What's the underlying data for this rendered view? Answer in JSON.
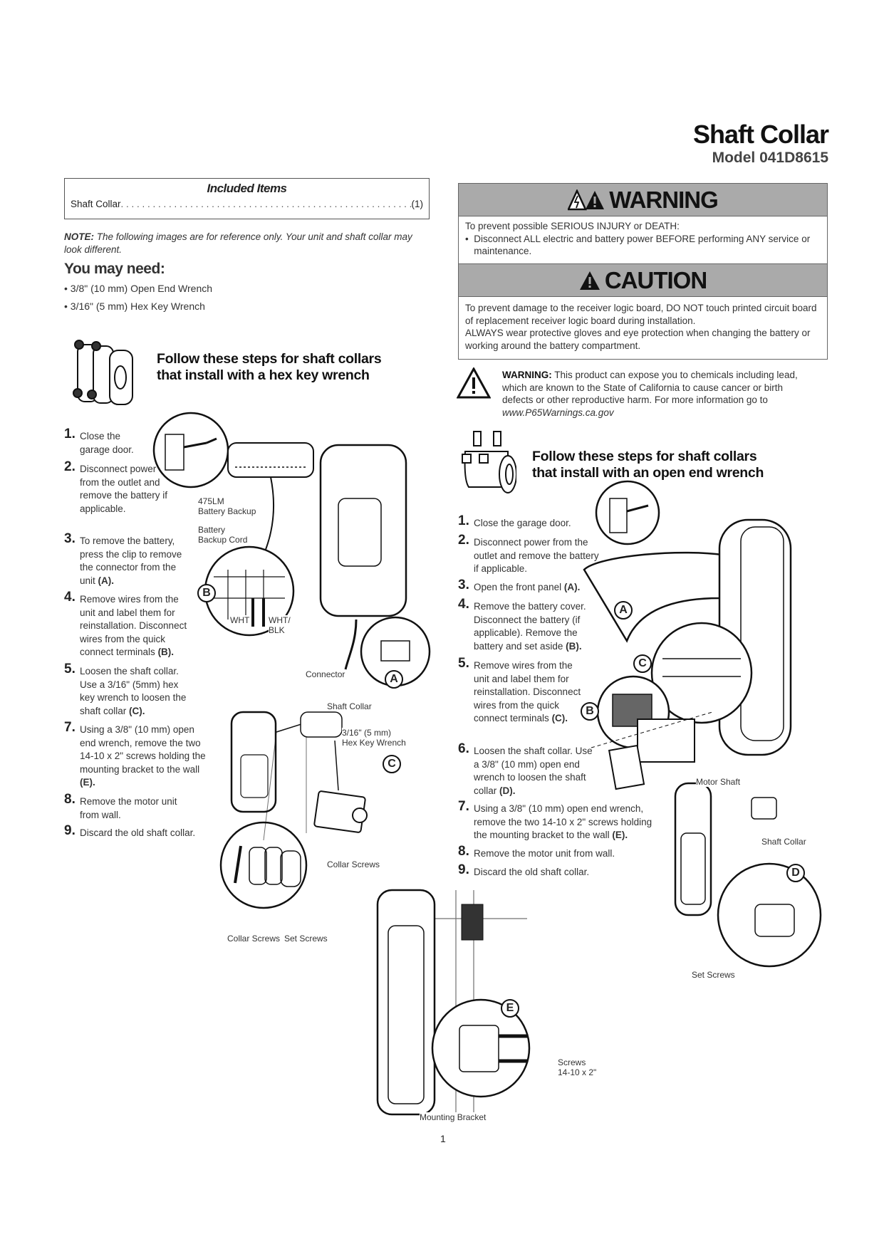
{
  "header": {
    "title": "Shaft Collar",
    "model": "Model 041D8615"
  },
  "included": {
    "heading": "Included Items",
    "item": "Shaft Collar",
    "qty": "(1)"
  },
  "note": {
    "label": "NOTE:",
    "text": "The following images are for reference only. Your unit and shaft collar may look different."
  },
  "you_may_need": {
    "heading": "You may need:",
    "tools": [
      "• 3/8\" (10 mm) Open End Wrench",
      "• 3/16\" (5 mm) Hex Key Wrench"
    ]
  },
  "hex_section": {
    "heading_line1": "Follow these steps for shaft collars",
    "heading_line2": "that install with a hex key wrench",
    "steps": [
      {
        "n": "1.",
        "text": "Close the garage door."
      },
      {
        "n": "2.",
        "text": "Disconnect power from the outlet and remove the battery if applicable."
      },
      {
        "n": "3.",
        "text": "To remove the battery, press the clip to remove the connector from the unit ",
        "ref": "(A)."
      },
      {
        "n": "4.",
        "text": "Remove wires from the unit and label them for reinstallation. Disconnect wires from the quick connect terminals ",
        "ref": "(B)."
      },
      {
        "n": "5.",
        "text": "Loosen the shaft collar. Use a 3/16\" (5mm) hex key wrench to loosen the shaft collar ",
        "ref": "(C)."
      },
      {
        "n": "7.",
        "text": "Using a 3/8\" (10 mm) open end wrench, remove the two 14-10 x 2\"  screws holding the mounting  bracket to the wall ",
        "ref": "(E)."
      },
      {
        "n": "8.",
        "text": "Remove the motor unit from wall."
      },
      {
        "n": "9.",
        "text": "Discard the old shaft collar."
      }
    ],
    "labels": {
      "battery_model": "475LM",
      "battery_backup": "Battery Backup",
      "cord1": "Battery",
      "cord2": "Backup Cord",
      "wht": "WHT",
      "whtblk1": "WHT/",
      "whtblk2": "BLK",
      "connector": "Connector",
      "shaft_collar": "Shaft Collar",
      "hex1": "3/16\" (5 mm)",
      "hex2": "Hex Key Wrench",
      "collar_screws": "Collar Screws",
      "collar_screws2": "Collar Screws",
      "set_screws": "Set Screws",
      "A": "A",
      "B": "B",
      "C": "C"
    }
  },
  "warning": {
    "title": "WARNING",
    "line1": "To prevent possible SERIOUS INJURY or DEATH:",
    "bullet": "Disconnect ALL electric and battery power BEFORE performing ANY service or maintenance."
  },
  "caution": {
    "title": "CAUTION",
    "line1": "To prevent damage to the receiver logic board, DO NOT touch printed circuit board of replacement receiver logic board during installation.",
    "line2": "ALWAYS wear protective gloves and eye protection when changing the battery or working around the battery compartment."
  },
  "p65": {
    "label": "WARNING:",
    "text": "This product can expose you to chemicals including lead, which are known to the State of California to cause cancer or birth defects or other reproductive harm. For more information go to",
    "link": "www.P65Warnings.ca.gov"
  },
  "wrench_section": {
    "heading_line1": "Follow these steps for shaft collars",
    "heading_line2": "that install with an open end wrench",
    "steps": [
      {
        "n": "1.",
        "text": "Close the garage door."
      },
      {
        "n": "2.",
        "text": "Disconnect power from the outlet and remove the battery if applicable."
      },
      {
        "n": "3.",
        "text": "Open the front panel ",
        "ref": "(A)."
      },
      {
        "n": "4.",
        "text": "Remove the battery cover. Disconnect the battery (if applicable). Remove the battery and set aside ",
        "ref": "(B)."
      },
      {
        "n": "5.",
        "text": "Remove wires from the unit and label them for reinstallation. Disconnect wires from the quick connect terminals ",
        "ref": "(C)."
      },
      {
        "n": "6.",
        "text": "Loosen the shaft collar. Use a 3/8\" (10 mm) open end wrench to loosen the shaft collar ",
        "ref": "(D)."
      },
      {
        "n": "7.",
        "text": "Using a 3/8\" (10 mm) open end wrench, remove the two 14-10 x 2\"  screws holding the mounting  bracket to the wall ",
        "ref": "(E)."
      },
      {
        "n": "8.",
        "text": "Remove the motor unit from wall."
      },
      {
        "n": "9.",
        "text": "Discard the old shaft collar."
      }
    ],
    "labels": {
      "motor_shaft": "Motor Shaft",
      "shaft_collar": "Shaft Collar",
      "set_screws": "Set Screws",
      "screws1": "Screws",
      "screws2": "14-10 x 2\"",
      "mounting_bracket": "Mounting Bracket",
      "A": "A",
      "B": "B",
      "C": "C",
      "D": "D",
      "E": "E"
    }
  },
  "page_number": "1"
}
